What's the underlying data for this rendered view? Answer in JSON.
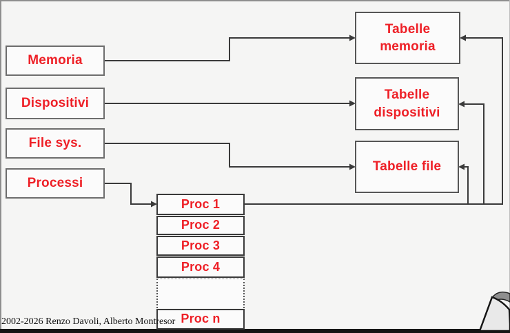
{
  "slide": {
    "background_color": "#f5f5f4",
    "accent_red": "#EE2027",
    "line_color": "#3a3a3a",
    "border_bottom_color": "#141414"
  },
  "diagram": {
    "left_boxes": [
      {
        "label": "Memoria"
      },
      {
        "label": "Dispositivi"
      },
      {
        "label": "File sys."
      },
      {
        "label": "Processi"
      }
    ],
    "table_boxes": [
      {
        "label": "Tabelle memoria"
      },
      {
        "label": "Tabelle dispositivi"
      },
      {
        "label": "Tabelle file"
      }
    ],
    "proc_rows": [
      {
        "label": "Proc 1"
      },
      {
        "label": "Proc 2"
      },
      {
        "label": "Proc 3"
      },
      {
        "label": "Proc 4"
      },
      {
        "label": ""
      },
      {
        "label": "Proc n"
      }
    ],
    "decoration": {
      "page_curl": "page-curl"
    }
  },
  "footer": {
    "copyright": "2002-2026 Renzo Davoli, Alberto Montresor"
  }
}
